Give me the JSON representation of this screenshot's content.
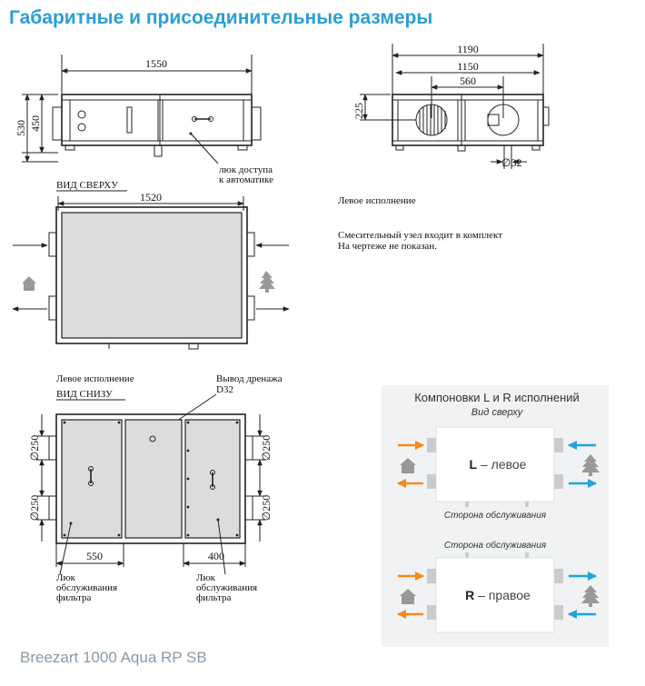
{
  "title": "Габаритные и присоединительные размеры",
  "footer": "Breezart 1000 Aqua RP SB",
  "top_view": {
    "dim_length": "1550",
    "dim_height_total": "530",
    "dim_height_body": "450",
    "access_label_1": "люк доступа",
    "access_label_2": "к автоматике",
    "section_label": "ВИД СВЕРХУ",
    "dim_inner": "1520"
  },
  "side_view": {
    "dim_1": "1190",
    "dim_2": "1150",
    "dim_3": "560",
    "dim_h": "225",
    "dim_pipe": "∅32"
  },
  "notes": {
    "left_version": "Левое исполнение",
    "mixing_1": "Смесительный узел входит в комплект",
    "mixing_2": "На чертеже не показан."
  },
  "bottom_view": {
    "left_version": "Левое исполнение",
    "section_label": "ВИД СНИЗУ",
    "drain_1": "Вывод дренажа",
    "drain_2": "D32",
    "dia_1": "∅250",
    "dia_2": "∅250",
    "dia_3": "∅250",
    "dia_4": "∅250",
    "dim_550": "550",
    "dim_400": "400",
    "hatch_left_1": "Люк",
    "hatch_left_2": "обслуживания",
    "hatch_left_3": "фильтра",
    "hatch_right_1": "Люк",
    "hatch_right_2": "обслуживания",
    "hatch_right_3": "фильтра"
  },
  "layouts": {
    "title": "Компоновки L и R исполнений",
    "subtitle": "Вид сверху",
    "L_letter": "L",
    "L_text": " – левое",
    "L_side": "Сторона обслуживания",
    "R_side": "Сторона обслуживания",
    "R_letter": "R",
    "R_text": " – правое"
  },
  "colors": {
    "accent": "#2a9fd6",
    "arrow_out": "#f28a1c",
    "arrow_in": "#1fa3e0",
    "icon": "#888888"
  }
}
